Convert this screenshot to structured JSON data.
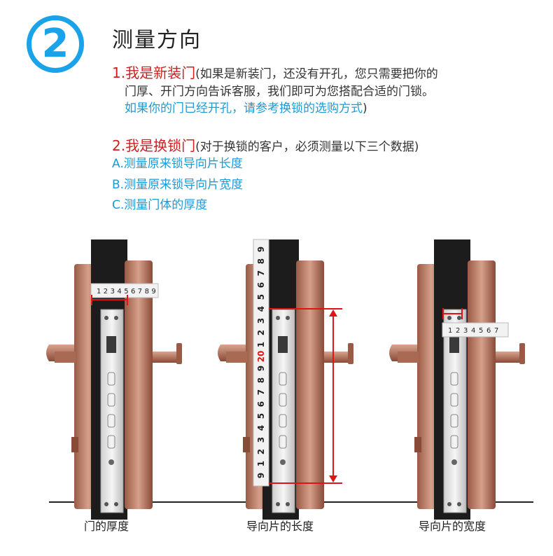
{
  "badge": "2",
  "title": "测量方向",
  "section1": {
    "heading": "1.我是新装门",
    "text1": "(如果是新装门，还没有开孔，您只需要把你的",
    "text2": "门厚、开门方向告诉客服，我们即可为您搭配合适的门锁。",
    "link": "如果你的门已经开孔，请参考换锁的选购方式",
    "close": ")"
  },
  "section2": {
    "heading": "2.我是换锁门",
    "text": "(对于换锁的客户，必须测量以下三个数据)",
    "steps": [
      "A.测量原来锁导向片长度",
      "B.测量原来锁导向片宽度",
      "C.测量门体的厚度"
    ]
  },
  "captions": [
    "门的厚度",
    "导向片的长度",
    "导向片的宽度"
  ],
  "ruler_marks": {
    "small": [
      "1",
      "2",
      "3",
      "4",
      "5",
      "6",
      "7",
      "8",
      "9"
    ],
    "vertical": [
      "9",
      "8",
      "7",
      "6",
      "5",
      "4",
      "3",
      "2",
      "1",
      "20",
      "9",
      "8",
      "7",
      "6",
      "5",
      "4",
      "3",
      "2",
      "1",
      "9"
    ]
  },
  "colors": {
    "accent": "#1aa3e8",
    "red": "#d21e1e",
    "link": "#1a9bd7"
  }
}
